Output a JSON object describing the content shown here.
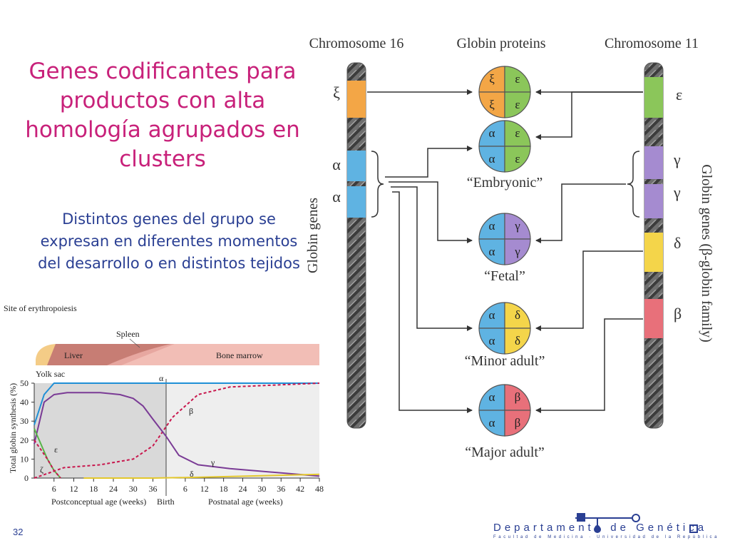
{
  "slide": {
    "title": "Genes codificantes para productos con alta homología agrupados en clusters",
    "subtitle": "Distintos genes del grupo se expresan en diferentes momentos del desarrollo o en distintos tejidos",
    "page_number": "32"
  },
  "diagram": {
    "header_chr16": "Chromosome 16",
    "header_proteins": "Globin proteins",
    "header_chr11": "Chromosome 11",
    "left_vertical_label": "Globin genes",
    "right_vertical_label": "Globin genes (β-globin family)",
    "chr16_genes": [
      "ξ",
      "α",
      "α"
    ],
    "chr11_genes": [
      "ε",
      "γ",
      "γ",
      "δ",
      "β"
    ],
    "proteins": [
      {
        "subunits": [
          "ξ",
          "ε",
          "ξ",
          "ε"
        ],
        "label": ""
      },
      {
        "subunits": [
          "α",
          "ε",
          "α",
          "ε"
        ],
        "label": "“Embryonic”"
      },
      {
        "subunits": [
          "α",
          "γ",
          "α",
          "γ"
        ],
        "label": "“Fetal”"
      },
      {
        "subunits": [
          "α",
          "δ",
          "α",
          "δ"
        ],
        "label": "“Minor adult”"
      },
      {
        "subunits": [
          "α",
          "β",
          "α",
          "β"
        ],
        "label": "“Major adult”"
      }
    ],
    "colors": {
      "xi": "#f3a646",
      "alpha": "#5fb3e2",
      "epsilon": "#8bc65a",
      "gamma": "#a58bd0",
      "delta": "#f4d54a",
      "beta": "#e8707a"
    }
  },
  "chart_data": {
    "type": "line",
    "title": "Site of erythropoiesis",
    "sites": [
      "Yolk sac",
      "Liver",
      "Spleen",
      "Bone marrow"
    ],
    "ylabel": "Total globin synthesis (%)",
    "xlabel_left": "Postconceptual age (weeks)",
    "xlabel_birth": "Birth",
    "xlabel_right": "Postnatal age (weeks)",
    "y_ticks": [
      0,
      10,
      20,
      30,
      40,
      50
    ],
    "ylim": [
      0,
      50
    ],
    "x_ticks": [
      "6",
      "12",
      "18",
      "24",
      "30",
      "36",
      "6",
      "12",
      "18",
      "24",
      "30",
      "36",
      "42",
      "48"
    ],
    "series": [
      {
        "name": "α",
        "style": "solid",
        "color": "#1f8fd6",
        "x": [
          0,
          3,
          6,
          10,
          20,
          36,
          40,
          60,
          88
        ],
        "y": [
          28,
          44,
          50,
          50,
          50,
          50,
          50,
          50,
          50
        ]
      },
      {
        "name": "β",
        "style": "dashed",
        "color": "#c8174d",
        "x": [
          0,
          5,
          9,
          20,
          30,
          36,
          42,
          50,
          60,
          88
        ],
        "y": [
          0,
          3,
          5.5,
          7,
          10,
          17,
          32,
          44,
          48,
          50
        ]
      },
      {
        "name": "γ",
        "style": "solid",
        "color": "#7a3b95",
        "x": [
          0,
          3,
          6,
          10,
          20,
          26,
          30,
          33,
          36,
          40,
          44,
          50,
          60,
          88
        ],
        "y": [
          18,
          40,
          44,
          45,
          45,
          44,
          42,
          38,
          31,
          22,
          12,
          7,
          5,
          1
        ]
      },
      {
        "name": "δ",
        "style": "solid",
        "color": "#e3c72c",
        "x": [
          15,
          36,
          50,
          88
        ],
        "y": [
          0,
          0,
          0.4,
          2
        ]
      },
      {
        "name": "ε",
        "style": "solid",
        "color": "#57b548",
        "x": [
          0,
          2,
          4,
          6,
          8
        ],
        "y": [
          26,
          18,
          10,
          4,
          0
        ]
      },
      {
        "name": "ζ",
        "style": "dashed",
        "color": "#c8174d",
        "x": [
          0,
          2,
          4,
          6,
          8
        ],
        "y": [
          20,
          15,
          10,
          4,
          0
        ]
      }
    ]
  },
  "logo": {
    "name": "Departamento de Genética",
    "subtitle": "Facultad de Medicina · Universidad de la República"
  }
}
